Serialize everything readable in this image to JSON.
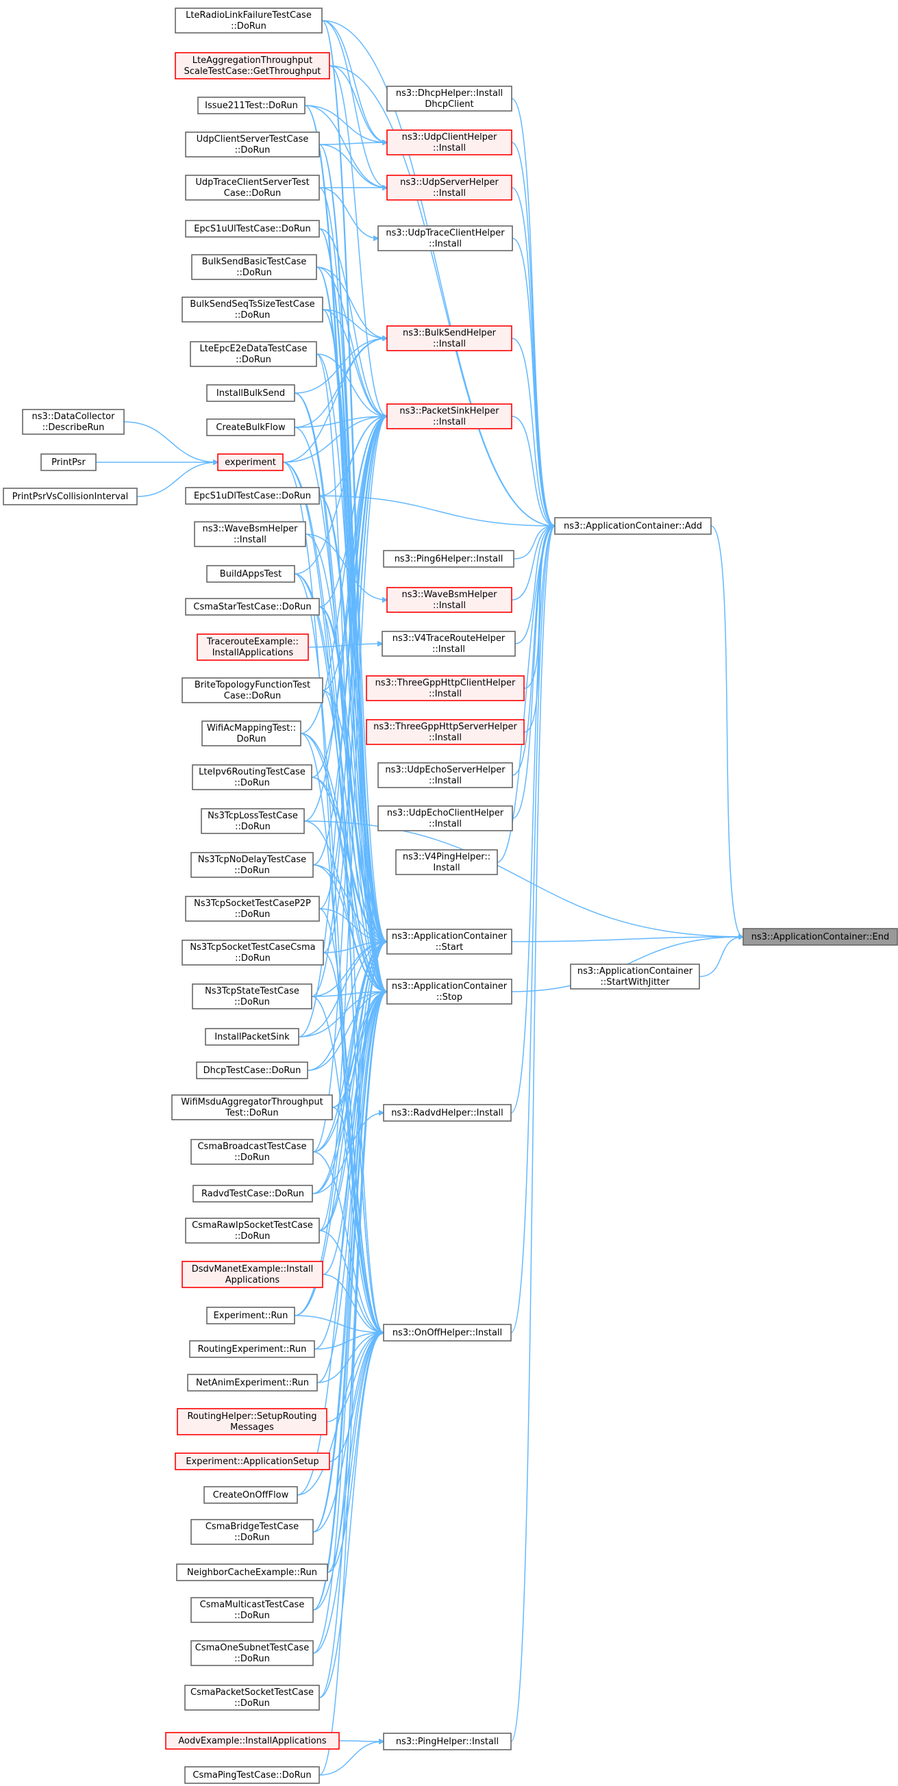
{
  "colors": {
    "edge": "#63b8ff",
    "normal_fill": "#ffffff",
    "normal_border": "#666666",
    "red_fill": "#fff0f0",
    "red_border": "#ff0000",
    "target_fill": "#999999",
    "target_border": "#666666"
  },
  "nodes": [
    {
      "id": "end",
      "lines": [
        "ns3::ApplicationContainer::End"
      ],
      "style": "target"
    },
    {
      "id": "add",
      "lines": [
        "ns3::ApplicationContainer::Add"
      ],
      "style": "normal"
    },
    {
      "id": "start",
      "lines": [
        "ns3::ApplicationContainer",
        "::Start"
      ],
      "style": "normal"
    },
    {
      "id": "startjitter",
      "lines": [
        "ns3::ApplicationContainer",
        "::StartWithJitter"
      ],
      "style": "normal"
    },
    {
      "id": "stop",
      "lines": [
        "ns3::ApplicationContainer",
        "::Stop"
      ],
      "style": "normal"
    },
    {
      "id": "dhcphelper",
      "lines": [
        "ns3::DhcpHelper::Install",
        "DhcpClient"
      ],
      "style": "normal"
    },
    {
      "id": "udpclienthelper",
      "lines": [
        "ns3::UdpClientHelper",
        "::Install"
      ],
      "style": "red"
    },
    {
      "id": "udpserverhelper",
      "lines": [
        "ns3::UdpServerHelper",
        "::Install"
      ],
      "style": "red"
    },
    {
      "id": "udptraceclienthelper",
      "lines": [
        "ns3::UdpTraceClientHelper",
        "::Install"
      ],
      "style": "normal"
    },
    {
      "id": "bulksendhelper",
      "lines": [
        "ns3::BulkSendHelper",
        "::Install"
      ],
      "style": "red"
    },
    {
      "id": "packetsinkhelper",
      "lines": [
        "ns3::PacketSinkHelper",
        "::Install"
      ],
      "style": "red"
    },
    {
      "id": "ping6helper",
      "lines": [
        "ns3::Ping6Helper::Install"
      ],
      "style": "normal"
    },
    {
      "id": "wavebsmhelperns3",
      "lines": [
        "ns3::WaveBsmHelper",
        "::Install"
      ],
      "style": "red"
    },
    {
      "id": "v4traceroute",
      "lines": [
        "ns3::V4TraceRouteHelper",
        "::Install"
      ],
      "style": "normal"
    },
    {
      "id": "threegppclient",
      "lines": [
        "ns3::ThreeGppHttpClientHelper",
        "::Install"
      ],
      "style": "red"
    },
    {
      "id": "threegppserver",
      "lines": [
        "ns3::ThreeGppHttpServerHelper",
        "::Install"
      ],
      "style": "red"
    },
    {
      "id": "udpechoserver",
      "lines": [
        "ns3::UdpEchoServerHelper",
        "::Install"
      ],
      "style": "normal"
    },
    {
      "id": "udpechoclient",
      "lines": [
        "ns3::UdpEchoClientHelper",
        "::Install"
      ],
      "style": "normal"
    },
    {
      "id": "v4ping",
      "lines": [
        "ns3::V4PingHelper::",
        "Install"
      ],
      "style": "normal"
    },
    {
      "id": "radvdhelper",
      "lines": [
        "ns3::RadvdHelper::Install"
      ],
      "style": "normal"
    },
    {
      "id": "onoffhelper",
      "lines": [
        "ns3::OnOffHelper::Install"
      ],
      "style": "normal"
    },
    {
      "id": "pinghelper",
      "lines": [
        "ns3::PingHelper::Install"
      ],
      "style": "normal"
    },
    {
      "id": "datacollector",
      "lines": [
        "ns3::DataCollector",
        "::DescribeRun"
      ],
      "style": "normal"
    },
    {
      "id": "printpsr",
      "lines": [
        "PrintPsr"
      ],
      "style": "normal"
    },
    {
      "id": "printpsrcoll",
      "lines": [
        "PrintPsrVsCollisionInterval"
      ],
      "style": "normal"
    },
    {
      "id": "experiment",
      "lines": [
        "experiment"
      ],
      "style": "red"
    },
    {
      "id": "lteradiolink",
      "lines": [
        "LteRadioLinkFailureTestCase",
        "::DoRun"
      ],
      "style": "normal"
    },
    {
      "id": "lteaggregation",
      "lines": [
        "LteAggregationThroughput",
        "ScaleTestCase::GetThroughput"
      ],
      "style": "red"
    },
    {
      "id": "issue211",
      "lines": [
        "Issue211Test::DoRun"
      ],
      "style": "normal"
    },
    {
      "id": "udpclientserver",
      "lines": [
        "UdpClientServerTestCase",
        "::DoRun"
      ],
      "style": "normal"
    },
    {
      "id": "udptraceclientserver",
      "lines": [
        "UdpTraceClientServerTest",
        "Case::DoRun"
      ],
      "style": "normal"
    },
    {
      "id": "epcs1uul",
      "lines": [
        "EpcS1uUlTestCase::DoRun"
      ],
      "style": "normal"
    },
    {
      "id": "bulksendbasic",
      "lines": [
        "BulkSendBasicTestCase",
        "::DoRun"
      ],
      "style": "normal"
    },
    {
      "id": "bulksendseq",
      "lines": [
        "BulkSendSeqTsSizeTestCase",
        "::DoRun"
      ],
      "style": "normal"
    },
    {
      "id": "lteepce2e",
      "lines": [
        "LteEpcE2eDataTestCase",
        "::DoRun"
      ],
      "style": "normal"
    },
    {
      "id": "installbulksend",
      "lines": [
        "InstallBulkSend"
      ],
      "style": "normal"
    },
    {
      "id": "createbulkflow",
      "lines": [
        "CreateBulkFlow"
      ],
      "style": "normal"
    },
    {
      "id": "epcs1udl",
      "lines": [
        "EpcS1uDlTestCase::DoRun"
      ],
      "style": "normal"
    },
    {
      "id": "wavebsmleft",
      "lines": [
        "ns3::WaveBsmHelper",
        "::Install"
      ],
      "style": "normal"
    },
    {
      "id": "buildappstest",
      "lines": [
        "BuildAppsTest"
      ],
      "style": "normal"
    },
    {
      "id": "csmastar",
      "lines": [
        "CsmaStarTestCase::DoRun"
      ],
      "style": "normal"
    },
    {
      "id": "traceroute",
      "lines": [
        "TracerouteExample::",
        "InstallApplications"
      ],
      "style": "red"
    },
    {
      "id": "britetopology",
      "lines": [
        "BriteTopologyFunctionTest",
        "Case::DoRun"
      ],
      "style": "normal"
    },
    {
      "id": "wifiacmapping",
      "lines": [
        "WifiAcMappingTest::",
        "DoRun"
      ],
      "style": "normal"
    },
    {
      "id": "lteipv6",
      "lines": [
        "LteIpv6RoutingTestCase",
        "::DoRun"
      ],
      "style": "normal"
    },
    {
      "id": "ns3tcploss",
      "lines": [
        "Ns3TcpLossTestCase",
        "::DoRun"
      ],
      "style": "normal"
    },
    {
      "id": "ns3tcpnodelay",
      "lines": [
        "Ns3TcpNoDelayTestCase",
        "::DoRun"
      ],
      "style": "normal"
    },
    {
      "id": "ns3tcpsocketp2p",
      "lines": [
        "Ns3TcpSocketTestCaseP2P",
        "::DoRun"
      ],
      "style": "normal"
    },
    {
      "id": "ns3tcpsocketcsma",
      "lines": [
        "Ns3TcpSocketTestCaseCsma",
        "::DoRun"
      ],
      "style": "normal"
    },
    {
      "id": "ns3tcpstate",
      "lines": [
        "Ns3TcpStateTestCase",
        "::DoRun"
      ],
      "style": "normal"
    },
    {
      "id": "installpacketsink",
      "lines": [
        "InstallPacketSink"
      ],
      "style": "normal"
    },
    {
      "id": "dhcptest",
      "lines": [
        "DhcpTestCase::DoRun"
      ],
      "style": "normal"
    },
    {
      "id": "wifimsdu",
      "lines": [
        "WifiMsduAggregatorThroughput",
        "Test::DoRun"
      ],
      "style": "normal"
    },
    {
      "id": "csmabroadcast",
      "lines": [
        "CsmaBroadcastTestCase",
        "::DoRun"
      ],
      "style": "normal"
    },
    {
      "id": "radvdtest",
      "lines": [
        "RadvdTestCase::DoRun"
      ],
      "style": "normal"
    },
    {
      "id": "csmarawip",
      "lines": [
        "CsmaRawIpSocketTestCase",
        "::DoRun"
      ],
      "style": "normal"
    },
    {
      "id": "dsdvmanet",
      "lines": [
        "DsdvManetExample::Install",
        "Applications"
      ],
      "style": "red"
    },
    {
      "id": "experimentrun",
      "lines": [
        "Experiment::Run"
      ],
      "style": "normal"
    },
    {
      "id": "routingexprun",
      "lines": [
        "RoutingExperiment::Run"
      ],
      "style": "normal"
    },
    {
      "id": "netanimrun",
      "lines": [
        "NetAnimExperiment::Run"
      ],
      "style": "normal"
    },
    {
      "id": "routinghelper",
      "lines": [
        "RoutingHelper::SetupRouting",
        "Messages"
      ],
      "style": "red"
    },
    {
      "id": "expappsetup",
      "lines": [
        "Experiment::ApplicationSetup"
      ],
      "style": "red"
    },
    {
      "id": "createonoff",
      "lines": [
        "CreateOnOffFlow"
      ],
      "style": "normal"
    },
    {
      "id": "csmabridge",
      "lines": [
        "CsmaBridgeTestCase",
        "::DoRun"
      ],
      "style": "normal"
    },
    {
      "id": "neighborcache",
      "lines": [
        "NeighborCacheExample::Run"
      ],
      "style": "normal"
    },
    {
      "id": "csmamulticast",
      "lines": [
        "CsmaMulticastTestCase",
        "::DoRun"
      ],
      "style": "normal"
    },
    {
      "id": "csmaonesubnet",
      "lines": [
        "CsmaOneSubnetTestCase",
        "::DoRun"
      ],
      "style": "normal"
    },
    {
      "id": "csmapacketsocket",
      "lines": [
        "CsmaPacketSocketTestCase",
        "::DoRun"
      ],
      "style": "normal"
    },
    {
      "id": "aodvexample",
      "lines": [
        "AodvExample::InstallApplications"
      ],
      "style": "red"
    },
    {
      "id": "csmapingtest",
      "lines": [
        "CsmaPingTestCase::DoRun"
      ],
      "style": "normal"
    }
  ],
  "edges": [
    [
      "add",
      "end"
    ],
    [
      "start",
      "end"
    ],
    [
      "startjitter",
      "end"
    ],
    [
      "stop",
      "end"
    ],
    [
      "ns3tcploss",
      "end"
    ],
    [
      "dhcphelper",
      "add"
    ],
    [
      "udpclienthelper",
      "add"
    ],
    [
      "udpserverhelper",
      "add"
    ],
    [
      "udptraceclienthelper",
      "add"
    ],
    [
      "bulksendhelper",
      "add"
    ],
    [
      "packetsinkhelper",
      "add"
    ],
    [
      "ping6helper",
      "add"
    ],
    [
      "wavebsmhelperns3",
      "add"
    ],
    [
      "v4traceroute",
      "add"
    ],
    [
      "threegppclient",
      "add"
    ],
    [
      "threegppserver",
      "add"
    ],
    [
      "udpechoserver",
      "add"
    ],
    [
      "udpechoclient",
      "add"
    ],
    [
      "v4ping",
      "add"
    ],
    [
      "radvdhelper",
      "add"
    ],
    [
      "onoffhelper",
      "add"
    ],
    [
      "pinghelper",
      "add"
    ],
    [
      "lteradiolink",
      "add"
    ],
    [
      "lteaggregation",
      "add"
    ],
    [
      "epcs1udl",
      "add"
    ],
    [
      "datacollector",
      "experiment"
    ],
    [
      "printpsr",
      "experiment"
    ],
    [
      "printpsrcoll",
      "experiment"
    ],
    [
      "lteradiolink",
      "udpclienthelper"
    ],
    [
      "lteradiolink",
      "udpserverhelper"
    ],
    [
      "issue211",
      "udpclienthelper"
    ],
    [
      "issue211",
      "udpserverhelper"
    ],
    [
      "udpclientserver",
      "udpclienthelper"
    ],
    [
      "udpclientserver",
      "udpserverhelper"
    ],
    [
      "udptraceclientserver",
      "udpserverhelper"
    ],
    [
      "udptraceclientserver",
      "udptraceclienthelper"
    ],
    [
      "lteaggregation",
      "udpclienthelper"
    ],
    [
      "lteaggregation",
      "packetsinkhelper"
    ],
    [
      "epcs1uul",
      "packetsinkhelper"
    ],
    [
      "bulksendbasic",
      "bulksendhelper"
    ],
    [
      "bulksendbasic",
      "packetsinkhelper"
    ],
    [
      "bulksendseq",
      "bulksendhelper"
    ],
    [
      "bulksendseq",
      "packetsinkhelper"
    ],
    [
      "lteepce2e",
      "packetsinkhelper"
    ],
    [
      "installbulksend",
      "bulksendhelper"
    ],
    [
      "createbulkflow",
      "bulksendhelper"
    ],
    [
      "createbulkflow",
      "packetsinkhelper"
    ],
    [
      "experiment",
      "packetsinkhelper"
    ],
    [
      "experiment",
      "bulksendhelper"
    ],
    [
      "epcs1udl",
      "packetsinkhelper"
    ],
    [
      "wavebsmleft",
      "wavebsmhelperns3"
    ],
    [
      "buildappstest",
      "packetsinkhelper"
    ],
    [
      "csmastar",
      "packetsinkhelper"
    ],
    [
      "traceroute",
      "v4traceroute"
    ],
    [
      "britetopology",
      "packetsinkhelper"
    ],
    [
      "wifiacmapping",
      "packetsinkhelper"
    ],
    [
      "lteipv6",
      "packetsinkhelper"
    ],
    [
      "ns3tcploss",
      "packetsinkhelper"
    ],
    [
      "ns3tcpnodelay",
      "packetsinkhelper"
    ],
    [
      "ns3tcpsocketp2p",
      "packetsinkhelper"
    ],
    [
      "ns3tcpsocketcsma",
      "packetsinkhelper"
    ],
    [
      "ns3tcpstate",
      "packetsinkhelper"
    ],
    [
      "installpacketsink",
      "packetsinkhelper"
    ],
    [
      "csmabroadcast",
      "packetsinkhelper"
    ],
    [
      "csmarawip",
      "packetsinkhelper"
    ],
    [
      "radvdtest",
      "radvdhelper"
    ],
    [
      "aodvexample",
      "pinghelper"
    ],
    [
      "csmapingtest",
      "pinghelper"
    ],
    [
      "lteradiolink",
      "start"
    ],
    [
      "issue211",
      "start"
    ],
    [
      "udpclientserver",
      "start"
    ],
    [
      "udptraceclientserver",
      "start"
    ],
    [
      "epcs1uul",
      "start"
    ],
    [
      "bulksendbasic",
      "start"
    ],
    [
      "bulksendseq",
      "start"
    ],
    [
      "lteepce2e",
      "start"
    ],
    [
      "installbulksend",
      "start"
    ],
    [
      "createbulkflow",
      "start"
    ],
    [
      "experiment",
      "start"
    ],
    [
      "epcs1udl",
      "start"
    ],
    [
      "wavebsmleft",
      "start"
    ],
    [
      "buildappstest",
      "start"
    ],
    [
      "csmastar",
      "start"
    ],
    [
      "britetopology",
      "start"
    ],
    [
      "wifiacmapping",
      "start"
    ],
    [
      "lteipv6",
      "start"
    ],
    [
      "ns3tcpnodelay",
      "start"
    ],
    [
      "ns3tcpsocketp2p",
      "start"
    ],
    [
      "ns3tcpsocketcsma",
      "start"
    ],
    [
      "ns3tcpstate",
      "start"
    ],
    [
      "installpacketsink",
      "start"
    ],
    [
      "dhcptest",
      "start"
    ],
    [
      "wifimsdu",
      "start"
    ],
    [
      "csmabroadcast",
      "start"
    ],
    [
      "radvdtest",
      "start"
    ],
    [
      "csmarawip",
      "start"
    ],
    [
      "dsdvmanet",
      "start"
    ],
    [
      "experimentrun",
      "start"
    ],
    [
      "csmabridge",
      "start"
    ],
    [
      "csmamulticast",
      "start"
    ],
    [
      "lteradiolink",
      "stop"
    ],
    [
      "issue211",
      "stop"
    ],
    [
      "udpclientserver",
      "stop"
    ],
    [
      "epcs1uul",
      "stop"
    ],
    [
      "bulksendbasic",
      "stop"
    ],
    [
      "bulksendseq",
      "stop"
    ],
    [
      "installbulksend",
      "stop"
    ],
    [
      "experiment",
      "stop"
    ],
    [
      "epcs1udl",
      "stop"
    ],
    [
      "buildappstest",
      "stop"
    ],
    [
      "csmastar",
      "stop"
    ],
    [
      "wifiacmapping",
      "stop"
    ],
    [
      "lteipv6",
      "stop"
    ],
    [
      "ns3tcploss",
      "stop"
    ],
    [
      "ns3tcpnodelay",
      "stop"
    ],
    [
      "ns3tcpstate",
      "stop"
    ],
    [
      "installpacketsink",
      "stop"
    ],
    [
      "dhcptest",
      "stop"
    ],
    [
      "wifimsdu",
      "stop"
    ],
    [
      "csmabroadcast",
      "stop"
    ],
    [
      "radvdtest",
      "stop"
    ],
    [
      "csmarawip",
      "stop"
    ],
    [
      "experimentrun",
      "stop"
    ],
    [
      "routingexprun",
      "stop"
    ],
    [
      "netanimrun",
      "stop"
    ],
    [
      "createonoff",
      "stop"
    ],
    [
      "csmabridge",
      "stop"
    ],
    [
      "neighborcache",
      "stop"
    ],
    [
      "csmamulticast",
      "stop"
    ],
    [
      "csmaonesubnet",
      "stop"
    ],
    [
      "csmapacketsocket",
      "stop"
    ],
    [
      "csmapingtest",
      "stop"
    ],
    [
      "experimentrun",
      "onoffhelper"
    ],
    [
      "routingexprun",
      "onoffhelper"
    ],
    [
      "netanimrun",
      "onoffhelper"
    ],
    [
      "routinghelper",
      "onoffhelper"
    ],
    [
      "expappsetup",
      "onoffhelper"
    ],
    [
      "createonoff",
      "onoffhelper"
    ],
    [
      "csmabridge",
      "onoffhelper"
    ],
    [
      "neighborcache",
      "onoffhelper"
    ],
    [
      "csmamulticast",
      "onoffhelper"
    ],
    [
      "csmaonesubnet",
      "onoffhelper"
    ],
    [
      "csmapacketsocket",
      "onoffhelper"
    ],
    [
      "dsdvmanet",
      "onoffhelper"
    ],
    [
      "csmarawip",
      "onoffhelper"
    ],
    [
      "csmabroadcast",
      "onoffhelper"
    ],
    [
      "wifimsdu",
      "onoffhelper"
    ],
    [
      "ns3tcpsocketcsma",
      "onoffhelper"
    ],
    [
      "ns3tcpsocketp2p",
      "onoffhelper"
    ],
    [
      "csmastar",
      "onoffhelper"
    ],
    [
      "britetopology",
      "onoffhelper"
    ],
    [
      "buildappstest",
      "onoffhelper"
    ],
    [
      "experiment",
      "onoffhelper"
    ],
    [
      "lteepce2e",
      "onoffhelper"
    ],
    [
      "ns3tcpstate",
      "onoffhelper"
    ],
    [
      "wifiacmapping",
      "onoffhelper"
    ]
  ]
}
